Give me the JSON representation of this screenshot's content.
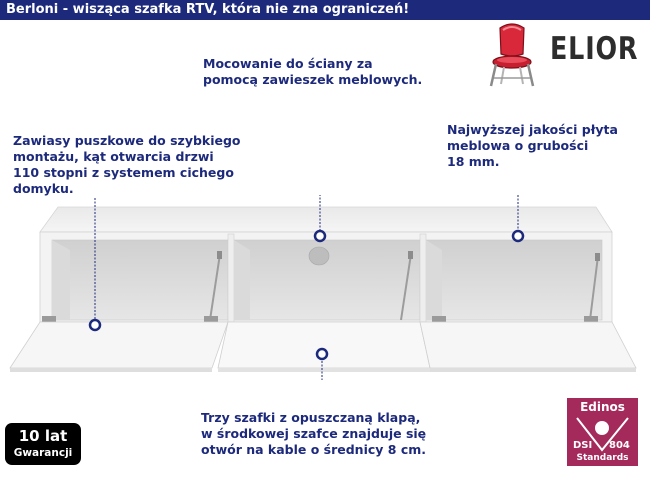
{
  "header": {
    "title": "Berloni - wisząca szafka RTV, która nie zna ograniczeń!"
  },
  "brand": {
    "logo_text": "ELIOR",
    "logo_icon": "chair-icon"
  },
  "annotations": {
    "top": "Mocowanie do ściany za\npomocą zawieszek meblowych.",
    "left": "Zawiasy puszkowe do szybkiego\nmontażu, kąt otwarcia drzwi\n110 stopni z systemem cichego\ndomyku.",
    "right": "Najwyższej jakości płyta\nmeblowa o grubości\n18 mm.",
    "bottom": "Trzy szafki z opuszczaną klapą,\nw środkowej szafce znajduje się\notwór na kable o średnicy 8 cm."
  },
  "badges": {
    "warranty": {
      "years": "10 lat",
      "label": "Gwarancji"
    },
    "certificate": {
      "top": "Edinos",
      "left_code": "DSI",
      "right_code": "804",
      "bottom": "Standards",
      "icon": "ball-icon"
    }
  },
  "colors": {
    "header_bg": "#1d2a7c",
    "annotation_text": "#1d2a7c",
    "certificate_bg": "#a52a5c",
    "chair_red": "#d9283a",
    "brand_text": "#2d2d2d"
  }
}
